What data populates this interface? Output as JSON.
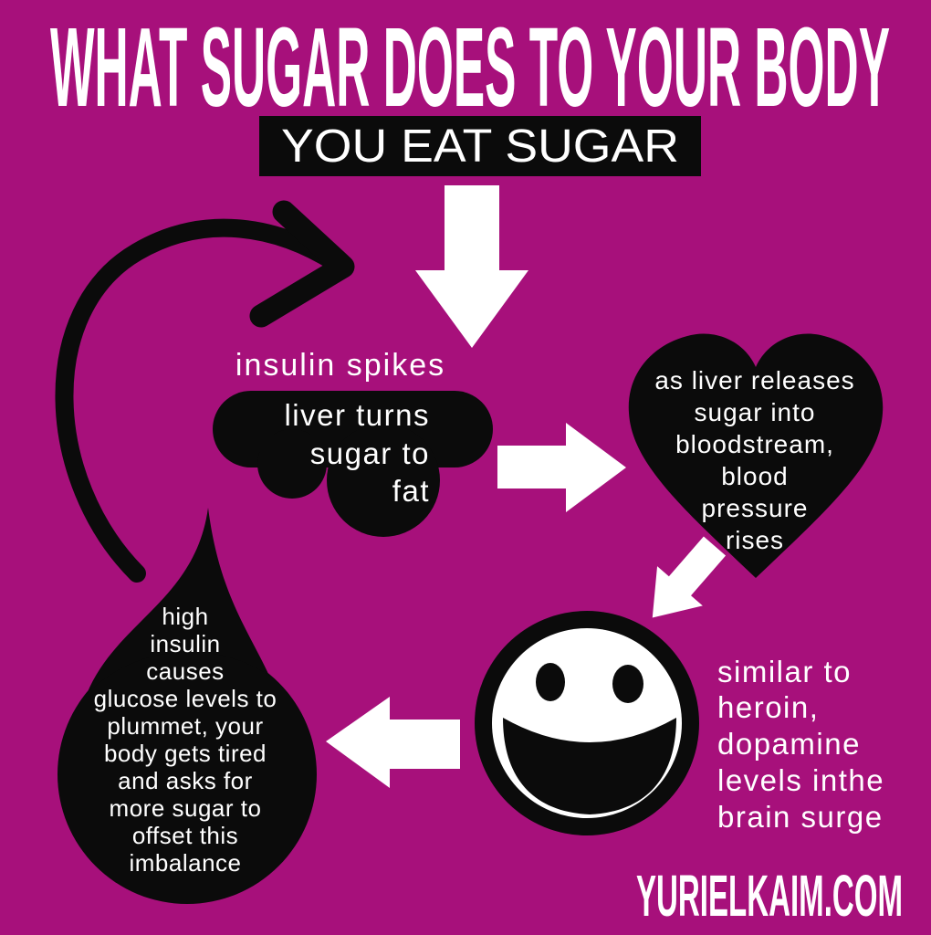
{
  "title": "WHAT SUGAR DOES TO YOUR BODY",
  "banner": "YOU EAT SUGAR",
  "steps": {
    "insulin_spikes": "insulin spikes",
    "cloud_lines": [
      "liver turns",
      "sugar to",
      "fat"
    ],
    "heart_lines": [
      "as liver releases",
      "sugar into",
      "bloodstream,",
      "blood",
      "pressure",
      "rises"
    ],
    "dopamine_lines": [
      "similar to",
      "heroin,",
      "dopamine",
      "levels inthe",
      "brain surge"
    ],
    "drop_lines": [
      "high",
      "insulin",
      "causes",
      "glucose levels to",
      "plummet, your",
      "body gets tired",
      "and asks for",
      "more sugar to",
      "offset this",
      "imbalance"
    ]
  },
  "watermark": "YURIELKAIM.COM",
  "colors": {
    "background": "#A7107B",
    "shape": "#0B0B0B",
    "text": "#FFFFFF",
    "watermark": "#8A0E66"
  }
}
